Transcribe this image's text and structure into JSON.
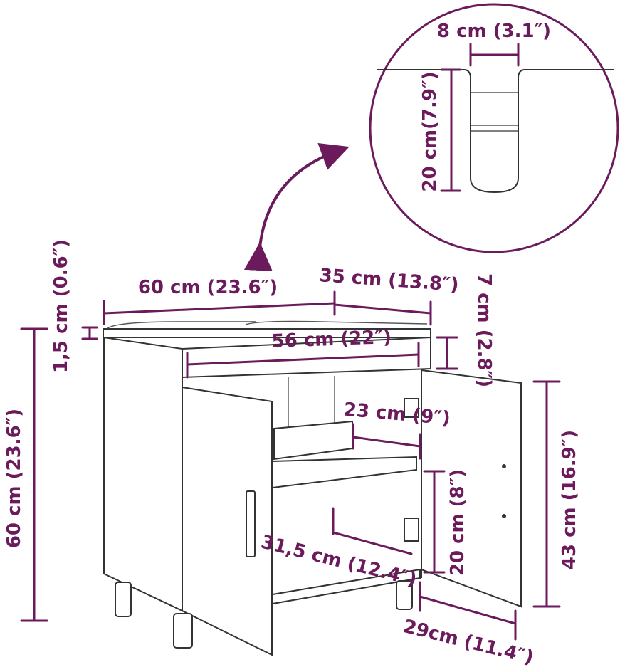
{
  "colors": {
    "dimension": "#6b1a5c",
    "outline": "#333333",
    "background": "#ffffff"
  },
  "detail": {
    "slot_width": "8 cm (3.1″)",
    "slot_depth": "20 cm(7.9″)"
  },
  "dimensions": {
    "total_width": "60 cm (23.6″)",
    "top_depth": "35 cm (13.8″)",
    "top_thickness": "1,5 cm (0.6″)",
    "inner_width": "56 cm (22″)",
    "drawer_height": "7 cm (2.8″)",
    "total_height": "60 cm (23.6″)",
    "shelf_depth": "23 cm (9″)",
    "inner_height": "43 cm (16.9″)",
    "lower_height": "20 cm (8″)",
    "bottom_depth": "31,5 cm (12.4″)",
    "door_width": "29cm (11.4″)"
  }
}
